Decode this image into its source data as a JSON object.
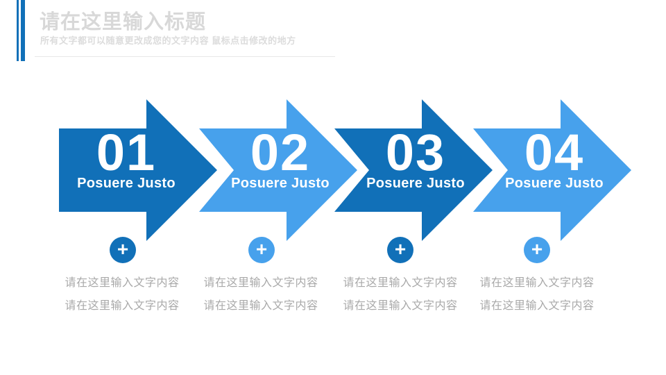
{
  "slide": {
    "header": {
      "title": "请在这里输入标题",
      "subtitle": "所有文字都可以随意更改成您的文字内容  鼠标点击修改的地方"
    },
    "steps": [
      {
        "number": "01",
        "label": "Posuere Justo",
        "tone": "dark",
        "desc_line1": "请在这里输入文字内容",
        "desc_line2": "请在这里输入文字内容"
      },
      {
        "number": "02",
        "label": "Posuere Justo",
        "tone": "light",
        "desc_line1": "请在这里输入文字内容",
        "desc_line2": "请在这里输入文字内容"
      },
      {
        "number": "03",
        "label": "Posuere Justo",
        "tone": "dark",
        "desc_line1": "请在这里输入文字内容",
        "desc_line2": "请在这里输入文字内容"
      },
      {
        "number": "04",
        "label": "Posuere Justo",
        "tone": "light",
        "desc_line1": "请在这里输入文字内容",
        "desc_line2": "请在这里输入文字内容"
      }
    ],
    "icons": {
      "plus": "+"
    },
    "colors": {
      "dark_blue": "#1170B8",
      "light_blue": "#47A1EC",
      "title_gray": "#D8D8D8",
      "subtitle_gray": "#DCDCDC",
      "desc_gray": "#A9A9A9",
      "divider_gray": "#E8E8E8",
      "text_on_arrow": "#FFFFFF"
    }
  }
}
